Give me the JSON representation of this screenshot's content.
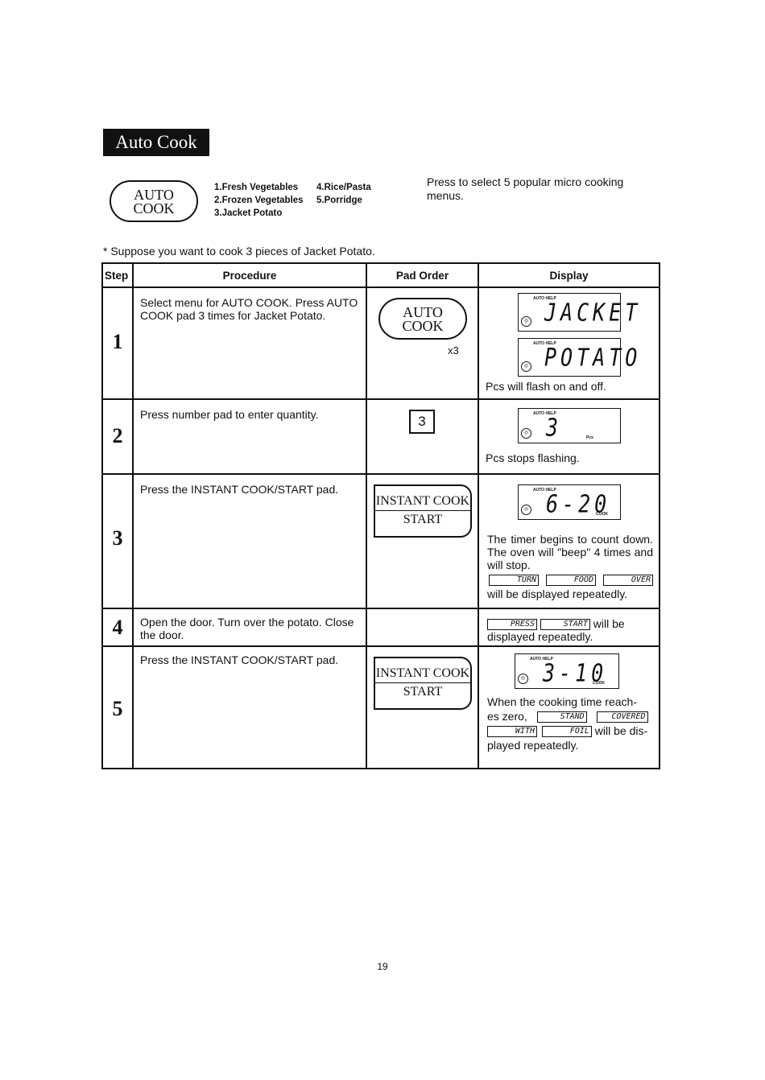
{
  "title": "Auto Cook",
  "pad": {
    "line1": "AUTO",
    "line2": "COOK"
  },
  "menus": {
    "col1": [
      "1.Fresh Vegetables",
      "2.Frozen Vegetables",
      "3.Jacket Potato"
    ],
    "col2": [
      "4.Rice/Pasta",
      "5.Porridge"
    ]
  },
  "intro": "Press to select 5 popular micro cooking menus.",
  "suppose": "* Suppose you want to cook 3 pieces of Jacket Potato.",
  "headers": {
    "step": "Step",
    "procedure": "Procedure",
    "pad_order": "Pad Order",
    "display": "Display"
  },
  "steps": [
    {
      "num": "1",
      "procedure": "Select menu for AUTO COOK. Press AUTO COOK pad 3 times for Jacket Potato.",
      "pad_line1": "AUTO",
      "pad_line2": "COOK",
      "pad_count": "x3",
      "lcd1": {
        "label": "AUTO HELP",
        "text": "JACKET"
      },
      "lcd2": {
        "label": "AUTO HELP",
        "text": "POTATO"
      },
      "note": "Pcs will flash on and off."
    },
    {
      "num": "2",
      "procedure": "Press number pad to enter quantity.",
      "pad_key": "3",
      "lcd": {
        "label": "AUTO HELP",
        "text": "3",
        "unit": "Pcs"
      },
      "note": "Pcs stops flashing."
    },
    {
      "num": "3",
      "procedure": "Press the INSTANT COOK/START pad.",
      "pad_line1": "INSTANT COOK",
      "pad_line2": "START",
      "lcd": {
        "label": "AUTO HELP",
        "text": "6-20",
        "unit": "COOK"
      },
      "note": "The timer begins to count down. The oven will \"beep\" 4 times and will stop.",
      "chips": [
        "TURN",
        "FOOD",
        "OVER"
      ],
      "note2": "will be displayed repeatedly."
    },
    {
      "num": "4",
      "procedure": "Open the door. Turn over the potato. Close the door.",
      "chips": [
        "PRESS",
        "START"
      ],
      "note_a": "will be",
      "note_b": "displayed repeatedly."
    },
    {
      "num": "5",
      "procedure": "Press the INSTANT COOK/START pad.",
      "pad_line1": "INSTANT COOK",
      "pad_line2": "START",
      "lcd": {
        "label": "AUTO HELP",
        "text": "3-10",
        "unit": "COOK"
      },
      "note_a": "When the cooking time reach-",
      "note_b": "es zero,",
      "chips1": [
        "STAND",
        "COVERED"
      ],
      "chips2": [
        "WITH",
        "FOIL"
      ],
      "note_c": "will be dis-",
      "note_d": "played repeatedly."
    }
  ],
  "page_number": "19"
}
